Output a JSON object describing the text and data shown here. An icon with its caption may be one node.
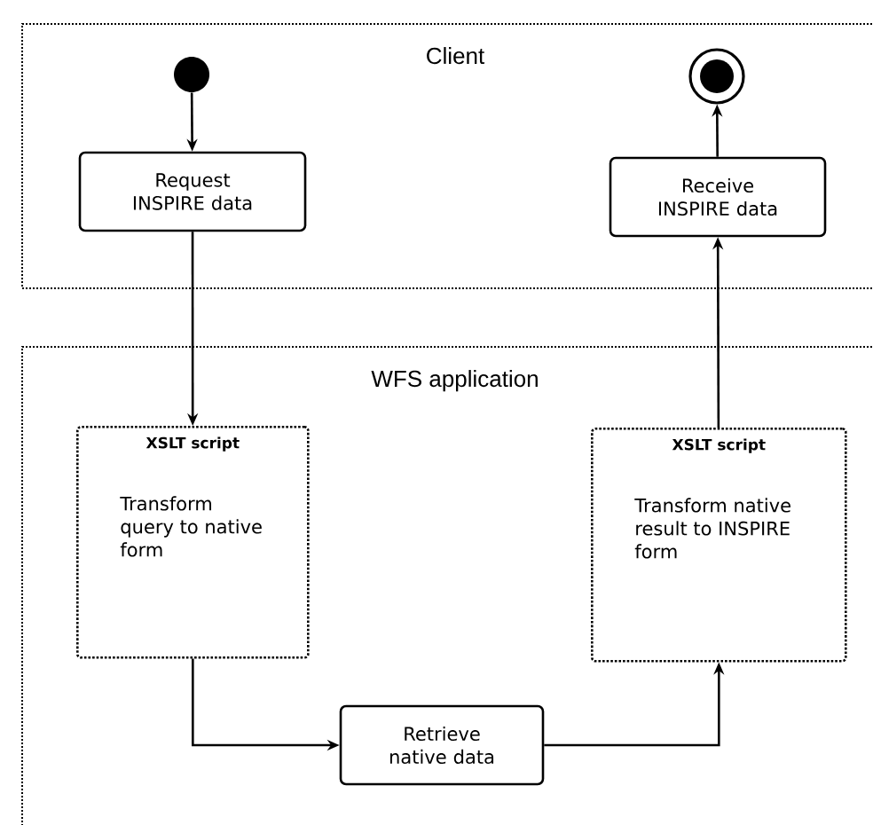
{
  "diagram": {
    "nodes": [
      {
        "text": [
          "Client"
        ]
      },
      {
        "text": [],
        "shape": "circle",
        "in": 0
      },
      {
        "text": [],
        "shape": "circle",
        "in": 0
      },
      {
        "text": [
          "Request INSPIRE data"
        ],
        "in": 0
      },
      {
        "text": [
          "Receive INSPIRE data"
        ],
        "in": 0
      },
      {
        "text": [
          "WFS application"
        ]
      },
      {
        "text": [
          "XSLT script",
          "Transform query to native form"
        ],
        "in": 5
      },
      {
        "text": [
          "XSLT script",
          "Transform native result to INSPIRE form"
        ],
        "in": 5
      },
      {
        "text": [
          "Retrieve native data"
        ],
        "in": 5
      }
    ],
    "edges": [
      {
        "from": 1,
        "to": 3,
        "arrow": "to"
      },
      {
        "from": 3,
        "to": 6,
        "arrow": "to"
      },
      {
        "from": 6,
        "to": 8,
        "arrow": "to"
      },
      {
        "from": 8,
        "to": 7,
        "arrow": "to"
      },
      {
        "from": 7,
        "to": 4,
        "arrow": "to"
      },
      {
        "from": 4,
        "to": 2,
        "arrow": "to"
      }
    ]
  }
}
